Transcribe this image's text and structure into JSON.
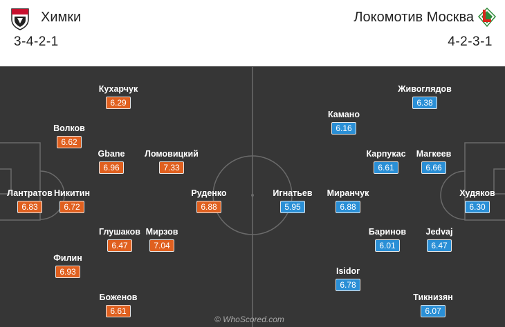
{
  "home": {
    "name": "Химки",
    "formation": "3-4-2-1",
    "color": "#e0601f",
    "players": [
      {
        "name": "Лантратов",
        "rating": "6.83"
      },
      {
        "name": "Никитин",
        "rating": "6.72"
      },
      {
        "name": "Волков",
        "rating": "6.62"
      },
      {
        "name": "Филин",
        "rating": "6.93"
      },
      {
        "name": "Кухарчук",
        "rating": "6.29"
      },
      {
        "name": "Gbane",
        "rating": "6.96"
      },
      {
        "name": "Глушаков",
        "rating": "6.47"
      },
      {
        "name": "Боженов",
        "rating": "6.61"
      },
      {
        "name": "Ломовицкий",
        "rating": "7.33"
      },
      {
        "name": "Мирзов",
        "rating": "7.04"
      },
      {
        "name": "Руденко",
        "rating": "6.88"
      }
    ]
  },
  "away": {
    "name": "Локомотив Москва",
    "formation": "4-2-3-1",
    "color": "#2a8fd6",
    "players": [
      {
        "name": "Живоглядов",
        "rating": "6.38"
      },
      {
        "name": "Магкеев",
        "rating": "6.66"
      },
      {
        "name": "Jedvaj",
        "rating": "6.47"
      },
      {
        "name": "Тикнизян",
        "rating": "6.07"
      },
      {
        "name": "Камано",
        "rating": "6.16"
      },
      {
        "name": "Карпукас",
        "rating": "6.61"
      },
      {
        "name": "Баринов",
        "rating": "6.01"
      },
      {
        "name": "Isidor",
        "rating": "6.78"
      },
      {
        "name": "Миранчук",
        "rating": "6.88"
      },
      {
        "name": "Игнатьев",
        "rating": "5.95"
      },
      {
        "name": "Худяков",
        "rating": "6.30"
      }
    ]
  },
  "watermark": "© WhoScored.com"
}
